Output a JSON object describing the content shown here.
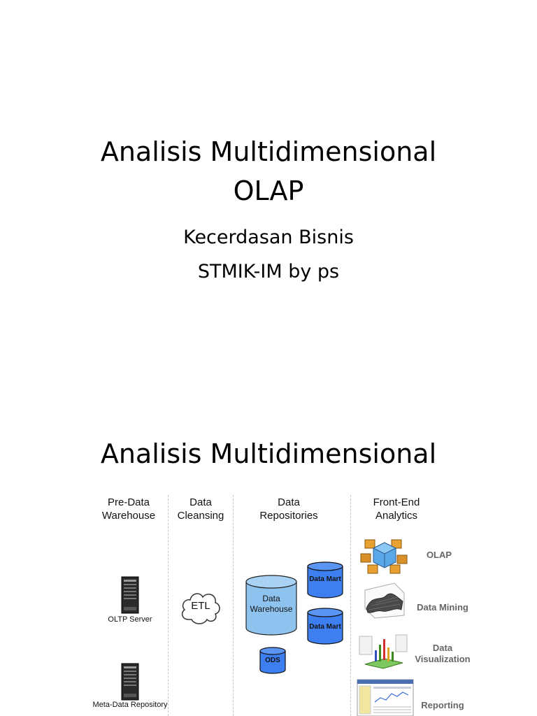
{
  "slide1": {
    "title_line1": "Analisis Multidimensional",
    "title_line2": "OLAP",
    "subtitle_line1": "Kecerdasan Bisnis",
    "subtitle_line2": "STMIK-IM by ps"
  },
  "slide2": {
    "title": "Analisis Multidimensional",
    "columns": [
      {
        "line1": "Pre-Data",
        "line2": "Warehouse"
      },
      {
        "line1": "Data",
        "line2": "Cleansing"
      },
      {
        "line1": "Data",
        "line2": "Repositories"
      },
      {
        "line1": "Front-End",
        "line2": "Analytics"
      }
    ],
    "oltp_server": "OLTP Server",
    "meta_repo": "Meta-Data Repository",
    "etl": "ETL",
    "dw_line1": "Data",
    "dw_line2": "Warehouse",
    "data_mart_1": "Data Mart",
    "data_mart_2": "Data Mart",
    "ods": "ODS",
    "olap": "OLAP",
    "data_mining": "Data Mining",
    "viz_line1": "Data",
    "viz_line2": "Visualization",
    "reporting": "Reporting"
  },
  "colors": {
    "cylinder_fill": "#3d7ff0",
    "dw_fill": "#8fc3ef",
    "divider": "#c8c8c8"
  }
}
